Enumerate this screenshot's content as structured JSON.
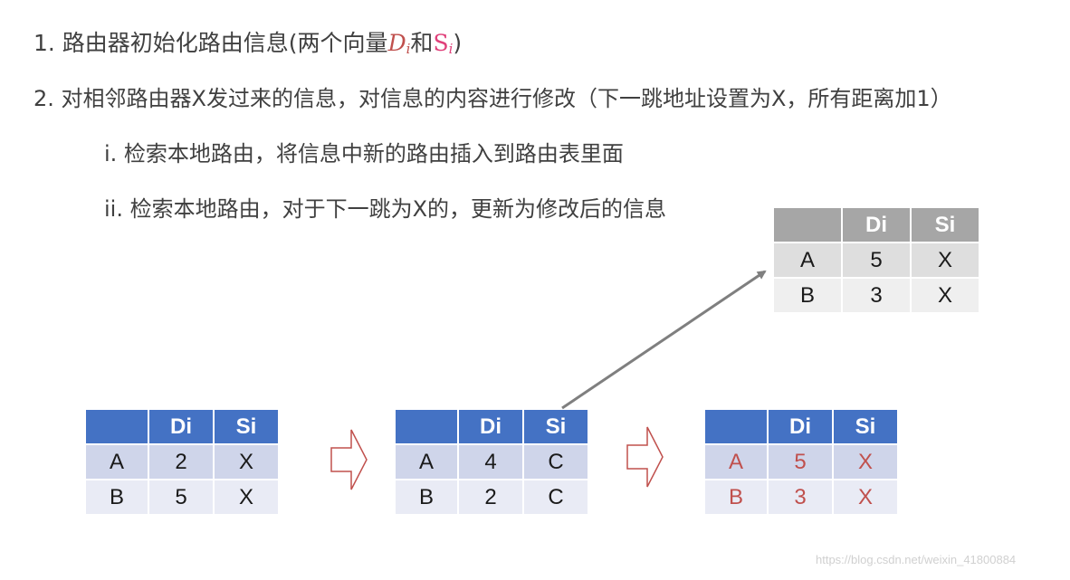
{
  "steps": {
    "step1_prefix": "1. 路由器初始化路由信息(两个向量",
    "var_d": "D",
    "sub_d": "i",
    "and": "和",
    "var_s": "S",
    "sub_s": "i",
    "step1_suffix": ")",
    "step2": "2. 对相邻路由器X发过来的信息，对信息的内容进行修改（下一跳地址设置为X，所有距离加1）",
    "step2_i": "i. 检索本地路由，将信息中新的路由插入到路由表里面",
    "step2_ii": "ii. 检索本地路由，对于下一跳为X的，更新为修改后的信息"
  },
  "tables": {
    "original": {
      "headers": [
        "",
        "Di",
        "Si"
      ],
      "rows": [
        [
          "A",
          "2",
          "X"
        ],
        [
          "B",
          "5",
          "X"
        ]
      ]
    },
    "received": {
      "headers": [
        "",
        "Di",
        "Si"
      ],
      "rows": [
        [
          "A",
          "4",
          "C"
        ],
        [
          "B",
          "2",
          "C"
        ]
      ]
    },
    "result": {
      "headers": [
        "",
        "Di",
        "Si"
      ],
      "rows": [
        [
          "A",
          "5",
          "X"
        ],
        [
          "B",
          "3",
          "X"
        ]
      ]
    },
    "modified": {
      "headers": [
        "",
        "Di",
        "Si"
      ],
      "rows": [
        [
          "A",
          "5",
          "X"
        ],
        [
          "B",
          "3",
          "X"
        ]
      ]
    }
  },
  "watermark": "https://blog.csdn.net/weixin_41800884",
  "colors": {
    "text": "#404040",
    "header_blue": "#4472c4",
    "row_blue_1": "#cfd5ea",
    "row_blue_2": "#e9ebf5",
    "header_gray": "#a6a6a6",
    "red_text": "#c0504d",
    "d_var": "#c0504d",
    "s_var": "#e0407a",
    "arrow_outline": "#c0504d",
    "connector": "#7f7f7f"
  }
}
